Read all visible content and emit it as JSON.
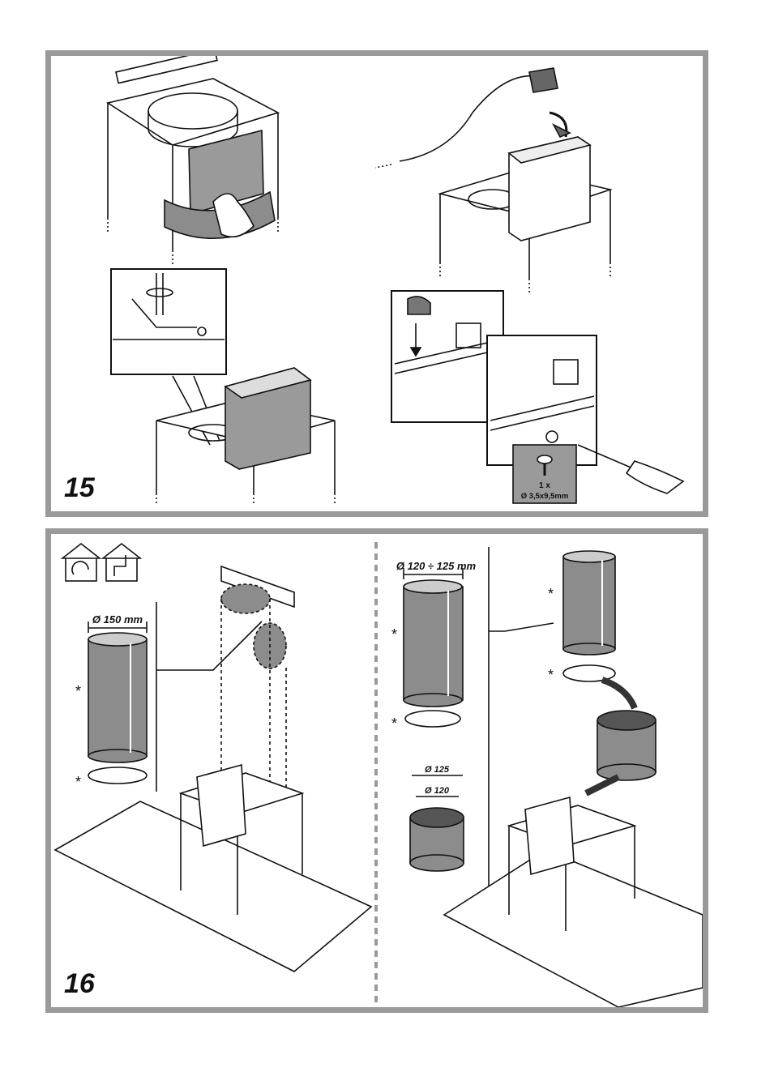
{
  "steps": {
    "step15": {
      "number": "15"
    },
    "step16": {
      "number": "16"
    }
  },
  "labels": {
    "screw_qty": "1 x",
    "screw_size": "Ø 3,5x9,5mm",
    "duct_150": "Ø 150 mm",
    "duct_120_125": "Ø 120 ÷ 125 mm",
    "adapter_125": "Ø 125",
    "adapter_120": "Ø 120",
    "asterisk": "*"
  },
  "icons": [
    "recirculation-mode-icon",
    "ducted-mode-icon"
  ],
  "colors": {
    "frame": "#9a9a9a",
    "fill_grey": "#8c8c8c",
    "dark_grey": "#555555"
  }
}
